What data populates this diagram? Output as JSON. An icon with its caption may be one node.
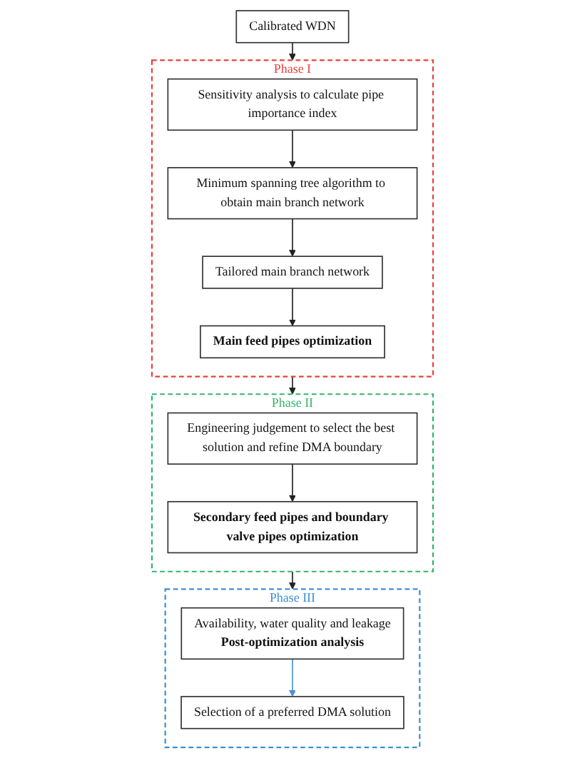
{
  "diagram": {
    "nodes": [
      {
        "text": [
          "Calibrated WDN"
        ]
      },
      {
        "text": [
          "Phase I"
        ]
      },
      {
        "text": [
          "Sensitivity analysis to calculate pipe importance index"
        ],
        "in": 1
      },
      {
        "text": [
          "Minimum spanning tree algorithm to obtain main branch network"
        ],
        "in": 1
      },
      {
        "text": [
          "Tailored main branch network"
        ],
        "in": 1
      },
      {
        "text": [
          "Main feed pipes optimization"
        ],
        "in": 1
      },
      {
        "text": [
          "Phase II"
        ]
      },
      {
        "text": [
          "Engineering judgement to select the best solution and refine DMA boundary"
        ],
        "in": 6
      },
      {
        "text": [
          "Secondary feed pipes and boundary valve pipes optimization"
        ],
        "in": 6
      },
      {
        "text": [
          "Phase III"
        ]
      },
      {
        "text": [
          "Availability, water quality and leakage",
          "Post-optimization analysis"
        ],
        "in": 9
      },
      {
        "text": [
          "Selection of a preferred DMA solution"
        ],
        "in": 9
      }
    ],
    "edges": [
      {
        "from": 0,
        "to": 1,
        "arrow": "to"
      },
      {
        "from": 2,
        "to": 3,
        "arrow": "to"
      },
      {
        "from": 3,
        "to": 4,
        "arrow": "to"
      },
      {
        "from": 4,
        "to": 5,
        "arrow": "to"
      },
      {
        "from": 1,
        "to": 6,
        "arrow": "to"
      },
      {
        "from": 7,
        "to": 8,
        "arrow": "to"
      },
      {
        "from": 6,
        "to": 9,
        "arrow": "to"
      },
      {
        "from": 10,
        "to": 11,
        "arrow": "to",
        "color": "#4a90d9"
      }
    ]
  }
}
